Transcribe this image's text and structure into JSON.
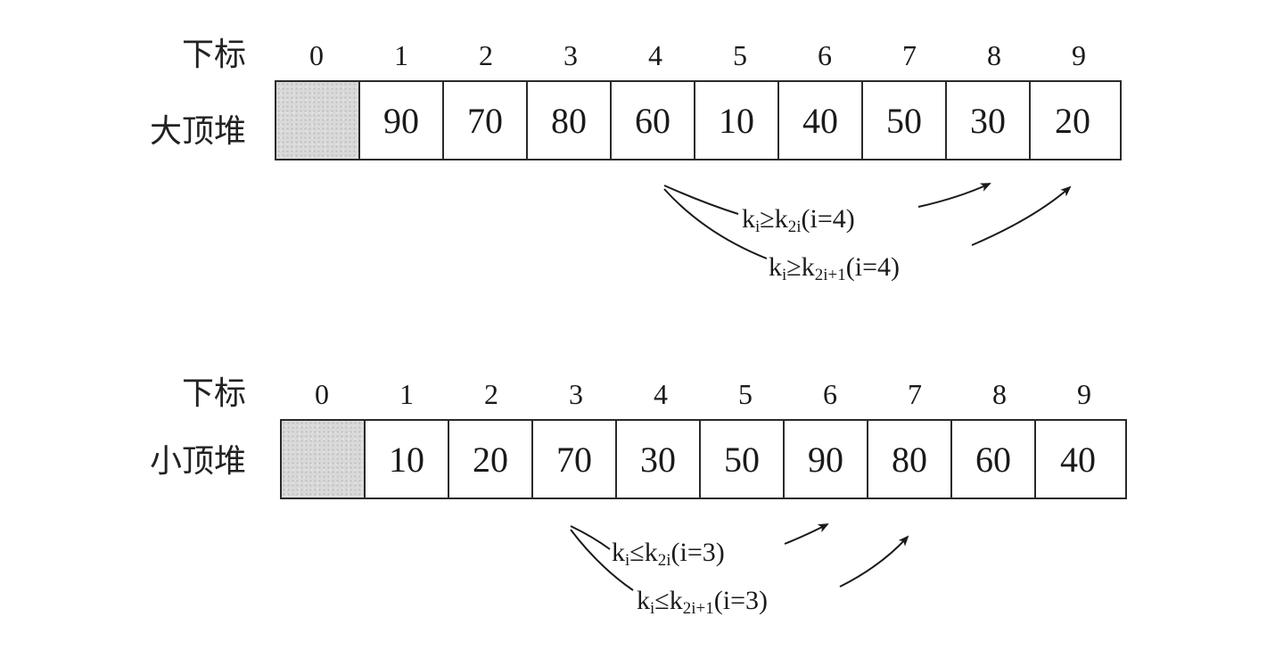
{
  "heaps": [
    {
      "index_label": "下标",
      "name": "大顶堆",
      "indices": [
        "0",
        "1",
        "2",
        "3",
        "4",
        "5",
        "6",
        "7",
        "8",
        "9"
      ],
      "cells": [
        "",
        "90",
        "70",
        "80",
        "60",
        "10",
        "40",
        "50",
        "30",
        "20"
      ],
      "relation1": {
        "k": "k",
        "i": "i",
        "op": "≥",
        "k2": "k",
        "sub": "2i",
        "cond": "(i=4)"
      },
      "relation2": {
        "k": "k",
        "i": "i",
        "op": "≥",
        "k2": "k",
        "sub": "2i+1",
        "cond": "(i=4)"
      }
    },
    {
      "index_label": "下标",
      "name": "小顶堆",
      "indices": [
        "0",
        "1",
        "2",
        "3",
        "4",
        "5",
        "6",
        "7",
        "8",
        "9"
      ],
      "cells": [
        "",
        "10",
        "20",
        "70",
        "30",
        "50",
        "90",
        "80",
        "60",
        "40"
      ],
      "relation1": {
        "k": "k",
        "i": "i",
        "op": "≤",
        "k2": "k",
        "sub": "2i",
        "cond": "(i=3)"
      },
      "relation2": {
        "k": "k",
        "i": "i",
        "op": "≤",
        "k2": "k",
        "sub": "2i+1",
        "cond": "(i=3)"
      }
    }
  ]
}
